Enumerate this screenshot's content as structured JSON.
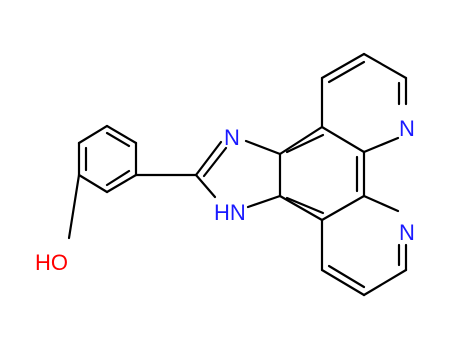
{
  "molecule": {
    "atom_labels": {
      "hydroxyl": "HO",
      "imidazole_n": "N",
      "imidazole_nh": "HN",
      "pyridine_n_upper": "N",
      "pyridine_n_lower": "N"
    },
    "colors": {
      "bond": "#000000",
      "nitrogen": "#1a1aff",
      "oxygen": "#ff0000",
      "hydrogen": "#000000"
    }
  }
}
